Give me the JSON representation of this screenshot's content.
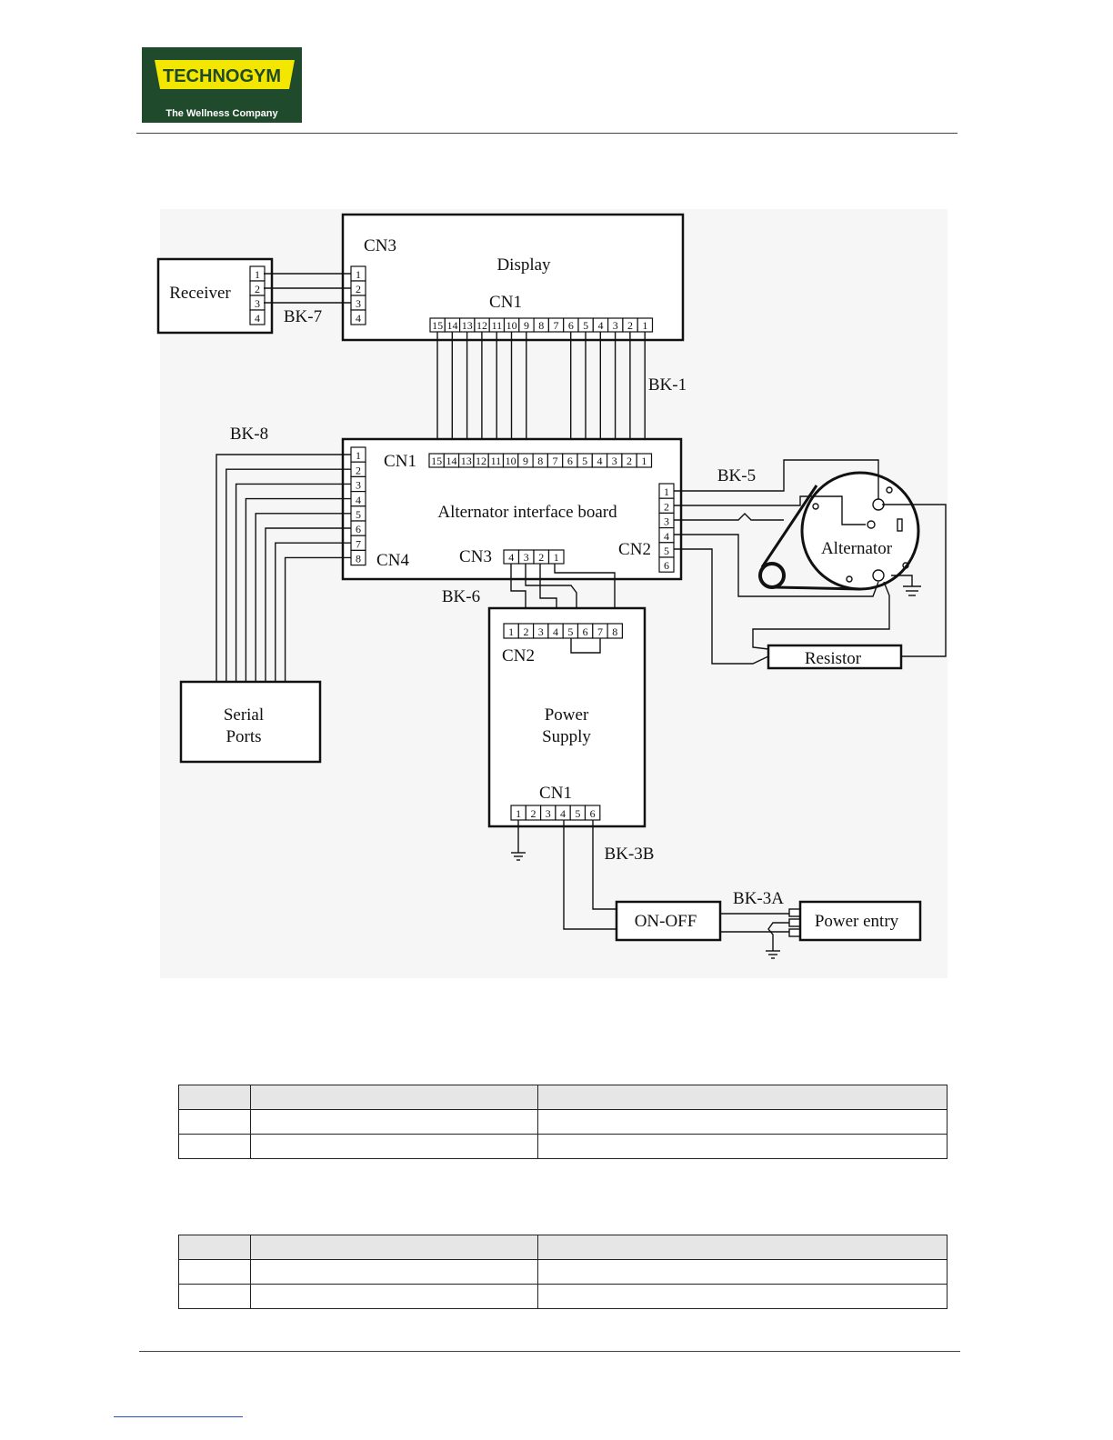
{
  "header": {
    "logo_text": "TECHNOGYM",
    "logo_tagline": "The Wellness Company",
    "logo_colors": {
      "background": "#1f4a2c",
      "badge": "#f3e600"
    }
  },
  "diagram": {
    "display": {
      "label": "Display",
      "cn3": "CN3",
      "cn1": "CN1"
    },
    "receiver": {
      "label": "Receiver"
    },
    "alternator_board": {
      "label": "Alternator interface board",
      "cn1": "CN1",
      "cn2": "CN2",
      "cn3": "CN3",
      "cn4": "CN4"
    },
    "alternator": {
      "label": "Alternator"
    },
    "resistor": {
      "label": "Resistor"
    },
    "power_supply": {
      "label_line1": "Power",
      "label_line2": "Supply",
      "cn1": "CN1",
      "cn2": "CN2"
    },
    "serial_ports": {
      "label_line1": "Serial",
      "label_line2": "Ports"
    },
    "on_off": {
      "label": "ON-OFF"
    },
    "power_entry": {
      "label": "Power entry"
    },
    "cables": {
      "bk1": "BK-1",
      "bk3a": "BK-3A",
      "bk3b": "BK-3B",
      "bk5": "BK-5",
      "bk6": "BK-6",
      "bk7": "BK-7",
      "bk8": "BK-8"
    },
    "pins": {
      "cn1_display": [
        "15",
        "14",
        "13",
        "12",
        "11",
        "10",
        "9",
        "8",
        "7",
        "6",
        "5",
        "4",
        "3",
        "2",
        "1"
      ],
      "receiver": [
        "1",
        "2",
        "3",
        "4"
      ],
      "cn4_board": [
        "1",
        "2",
        "3",
        "4",
        "5",
        "6",
        "7",
        "8"
      ],
      "cn2_board": [
        "1",
        "2",
        "3",
        "4",
        "5",
        "6"
      ],
      "cn3_board": [
        "4",
        "3",
        "2",
        "1"
      ],
      "cn2_psu": [
        "1",
        "2",
        "3",
        "4",
        "5",
        "6",
        "7",
        "8"
      ],
      "cn1_psu": [
        "1",
        "2",
        "3",
        "4",
        "5",
        "6"
      ]
    }
  },
  "tables": [
    {
      "rows": 3,
      "cols": 3
    },
    {
      "rows": 3,
      "cols": 3
    }
  ]
}
